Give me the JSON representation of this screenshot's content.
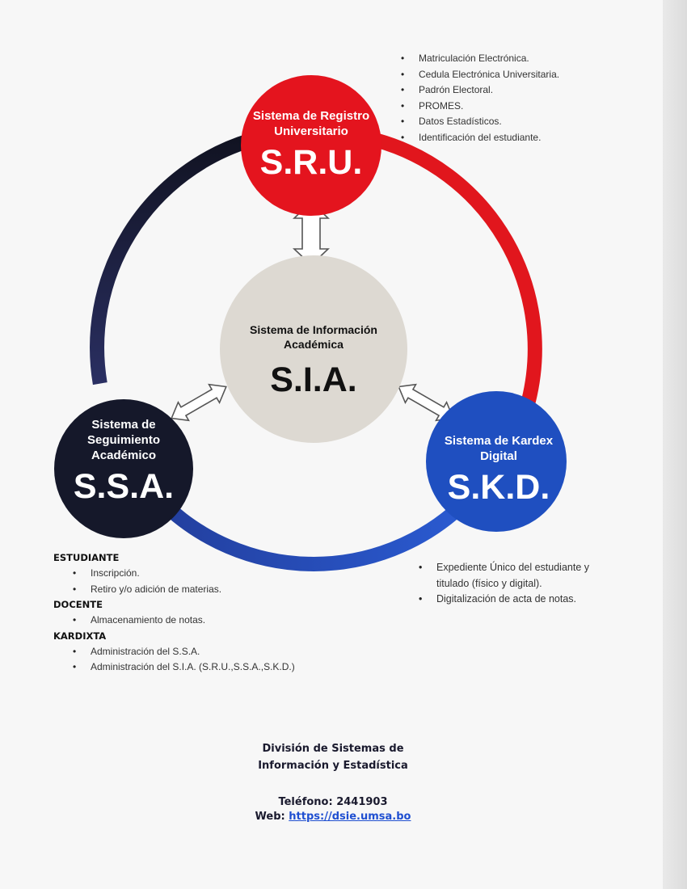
{
  "nodes": {
    "sru": {
      "name": "Sistema de Registro Universitario",
      "abbr": "S.R.U.",
      "color": "#e4141e"
    },
    "sia": {
      "name": "Sistema de Información Académica",
      "abbr": "S.I.A.",
      "color": "#ddd9d2"
    },
    "ssa": {
      "name": "Sistema de Seguimiento Académico",
      "abbr": "S.S.A.",
      "color": "#15182a"
    },
    "skd": {
      "name": "Sistema de Kardex Digital",
      "abbr": "S.K.D.",
      "color": "#1f4fc0"
    }
  },
  "sru_features": [
    "Matriculación Electrónica.",
    "Cedula Electrónica Universitaria.",
    "Padrón Electoral.",
    "PROMES.",
    "Datos Estadísticos.",
    "Identificación del estudiante."
  ],
  "skd_features": [
    "Expediente Único del estudiante y titulado (físico y digital).",
    "Digitalización de acta de notas."
  ],
  "ssa_roles": [
    {
      "role": "ESTUDIANTE",
      "items": [
        "Inscripción.",
        "Retiro y/o adición de materias."
      ]
    },
    {
      "role": "DOCENTE",
      "items": [
        "Almacenamiento de notas."
      ]
    },
    {
      "role": "KARDIXTA",
      "items": [
        "Administración del S.S.A.",
        "Administración del S.I.A. (S.R.U.,S.S.A.,S.K.D.)"
      ]
    }
  ],
  "footer": {
    "org_line1": "División de Sistemas de",
    "org_line2": "Información y Estadística",
    "phone_label": "Teléfono:",
    "phone": "2441903",
    "web_label": "Web:",
    "web_url": "https://dsie.umsa.bo"
  }
}
